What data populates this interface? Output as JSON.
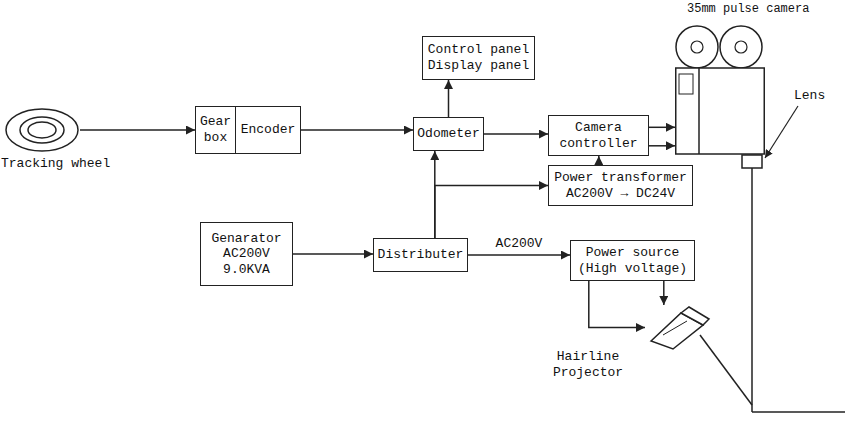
{
  "diagram": {
    "nodes": [
      {
        "text": [
          "Tracking wheel"
        ]
      },
      {
        "text": [
          "Gear box"
        ]
      },
      {
        "text": [
          "Encoder"
        ]
      },
      {
        "text": [
          "Control panel Display panel"
        ]
      },
      {
        "text": [
          "Odometer"
        ]
      },
      {
        "text": [
          "Camera controller"
        ]
      },
      {
        "text": [
          "Power transformer",
          "AC200V → DC24V"
        ]
      },
      {
        "text": [
          "Genarator AC200V 9.0KVA"
        ]
      },
      {
        "text": [
          "Distributer"
        ]
      },
      {
        "text": [
          "Power source",
          "(High voltage)"
        ]
      },
      {
        "text": [
          "35mm pulse camera"
        ]
      },
      {
        "text": [
          "Hairline Projector"
        ]
      }
    ],
    "edges": [
      {
        "from": 0,
        "to": 1,
        "arrow": "to"
      },
      {
        "from": 2,
        "to": 4,
        "arrow": "to"
      },
      {
        "from": 4,
        "to": 3,
        "arrow": "to"
      },
      {
        "from": 4,
        "to": 5,
        "arrow": "to"
      },
      {
        "from": 5,
        "to": 10,
        "arrow": "to"
      },
      {
        "from": 5,
        "to": 10,
        "arrow": "to"
      },
      {
        "from": 6,
        "to": 5,
        "arrow": "to"
      },
      {
        "from": 7,
        "to": 8,
        "arrow": "to"
      },
      {
        "from": 8,
        "to": 4,
        "arrow": "to"
      },
      {
        "from": 8,
        "to": 6,
        "arrow": "to"
      },
      {
        "from": 8,
        "to": 9,
        "label": "AC200V",
        "arrow": "to"
      },
      {
        "from": 9,
        "to": 11,
        "arrow": "to"
      },
      {
        "from": 9,
        "to": 11,
        "arrow": "to"
      }
    ],
    "labels": [
      "Lens"
    ]
  }
}
